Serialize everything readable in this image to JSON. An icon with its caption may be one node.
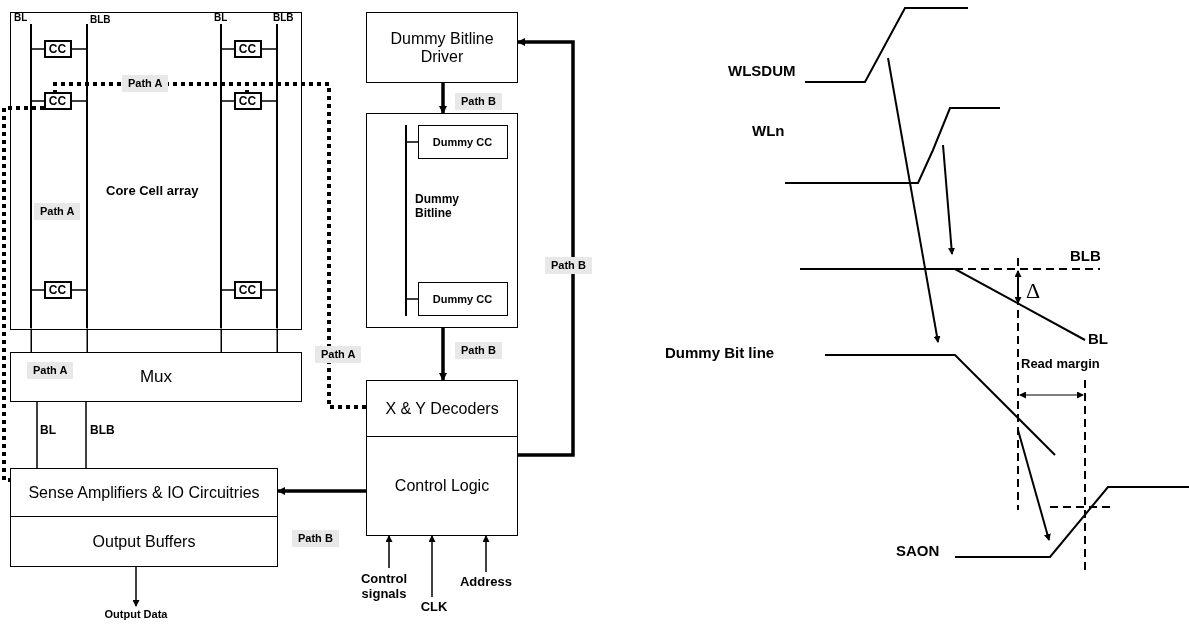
{
  "diagram": {
    "nodes": [
      {
        "text": [
          "Core Cell array"
        ]
      },
      {
        "text": [
          "CC"
        ],
        "in": 0
      },
      {
        "text": [
          "CC"
        ],
        "in": 0
      },
      {
        "text": [
          "CC"
        ],
        "in": 0
      },
      {
        "text": [
          "CC"
        ],
        "in": 0
      },
      {
        "text": [
          "CC"
        ],
        "in": 0
      },
      {
        "text": [
          "CC"
        ],
        "in": 0
      },
      {
        "text": [
          "Mux"
        ]
      },
      {
        "text": [
          "Sense Amplifiers & IO Circuitries"
        ]
      },
      {
        "text": [
          "Output Buffers"
        ]
      },
      {
        "text": [
          "Dummy Bitline Driver"
        ]
      },
      {
        "text": [
          "Dummy Bitline"
        ]
      },
      {
        "text": [
          "Dummy CC"
        ],
        "in": 11
      },
      {
        "text": [
          "Dummy CC"
        ],
        "in": 11
      },
      {
        "text": [
          "X & Y Decoders"
        ]
      },
      {
        "text": [
          "Control Logic"
        ]
      },
      {
        "text": [
          "Control signals"
        ]
      },
      {
        "text": [
          "CLK"
        ]
      },
      {
        "text": [
          "Address"
        ]
      },
      {
        "text": [
          "Output Data"
        ]
      },
      {
        "text": [],
        "shape": "bar",
        "in": 0
      },
      {
        "text": [],
        "shape": "bar",
        "in": 0
      },
      {
        "text": [],
        "shape": "bar",
        "in": 0
      },
      {
        "text": [],
        "shape": "bar",
        "in": 0
      },
      {
        "text": [],
        "shape": "bar",
        "in": 11
      }
    ],
    "edges": [
      {
        "from": 10,
        "to": 11,
        "arrow": "to",
        "label": "Path B",
        "style": "thick"
      },
      {
        "from": 11,
        "to": 14,
        "arrow": "to",
        "label": "Path B",
        "style": "thick"
      },
      {
        "from": 15,
        "to": 10,
        "arrow": "to",
        "label": "Path B",
        "style": "thick"
      },
      {
        "from": 15,
        "to": 8,
        "arrow": "to",
        "label": "Path B",
        "style": "thick"
      },
      {
        "from": 14,
        "to": 3,
        "arrow": "none",
        "label": "Path A",
        "style": "dashed"
      },
      {
        "from": 14,
        "to": 4,
        "arrow": "none",
        "style": "dashed"
      },
      {
        "from": 3,
        "to": 8,
        "arrow": "none",
        "label": "Path A",
        "style": "dashed"
      },
      {
        "from": 20,
        "to": 7,
        "arrow": "none"
      },
      {
        "from": 21,
        "to": 7,
        "arrow": "none"
      },
      {
        "from": 22,
        "to": 7,
        "arrow": "none"
      },
      {
        "from": 23,
        "to": 7,
        "arrow": "none"
      },
      {
        "from": 7,
        "to": 8,
        "arrow": "none",
        "label": "BL"
      },
      {
        "from": 7,
        "to": 8,
        "arrow": "none",
        "label": "BLB"
      },
      {
        "from": 16,
        "to": 15,
        "arrow": "to"
      },
      {
        "from": 17,
        "to": 15,
        "arrow": "to"
      },
      {
        "from": 18,
        "to": 15,
        "arrow": "to"
      },
      {
        "from": 9,
        "to": 19,
        "arrow": "to"
      },
      {
        "from": 20,
        "to": 1,
        "arrow": "none"
      },
      {
        "from": 1,
        "to": 21,
        "arrow": "none"
      },
      {
        "from": 22,
        "to": 2,
        "arrow": "none"
      },
      {
        "from": 2,
        "to": 23,
        "arrow": "none"
      },
      {
        "from": 20,
        "to": 3,
        "arrow": "none"
      },
      {
        "from": 3,
        "to": 21,
        "arrow": "none"
      },
      {
        "from": 22,
        "to": 4,
        "arrow": "none"
      },
      {
        "from": 4,
        "to": 23,
        "arrow": "none"
      },
      {
        "from": 20,
        "to": 5,
        "arrow": "none"
      },
      {
        "from": 5,
        "to": 21,
        "arrow": "none"
      },
      {
        "from": 22,
        "to": 6,
        "arrow": "none"
      },
      {
        "from": 6,
        "to": 23,
        "arrow": "none"
      },
      {
        "from": 24,
        "to": 12,
        "arrow": "none"
      },
      {
        "from": 24,
        "to": 13,
        "arrow": "none"
      }
    ],
    "labels": [
      "BL",
      "BLB",
      "BL",
      "BLB",
      "Path A",
      "Path A",
      "WLSDUM",
      "WLn",
      "BLB",
      "Δ",
      "BL",
      "Dummy Bit line",
      "Read margin",
      "SAON"
    ]
  }
}
